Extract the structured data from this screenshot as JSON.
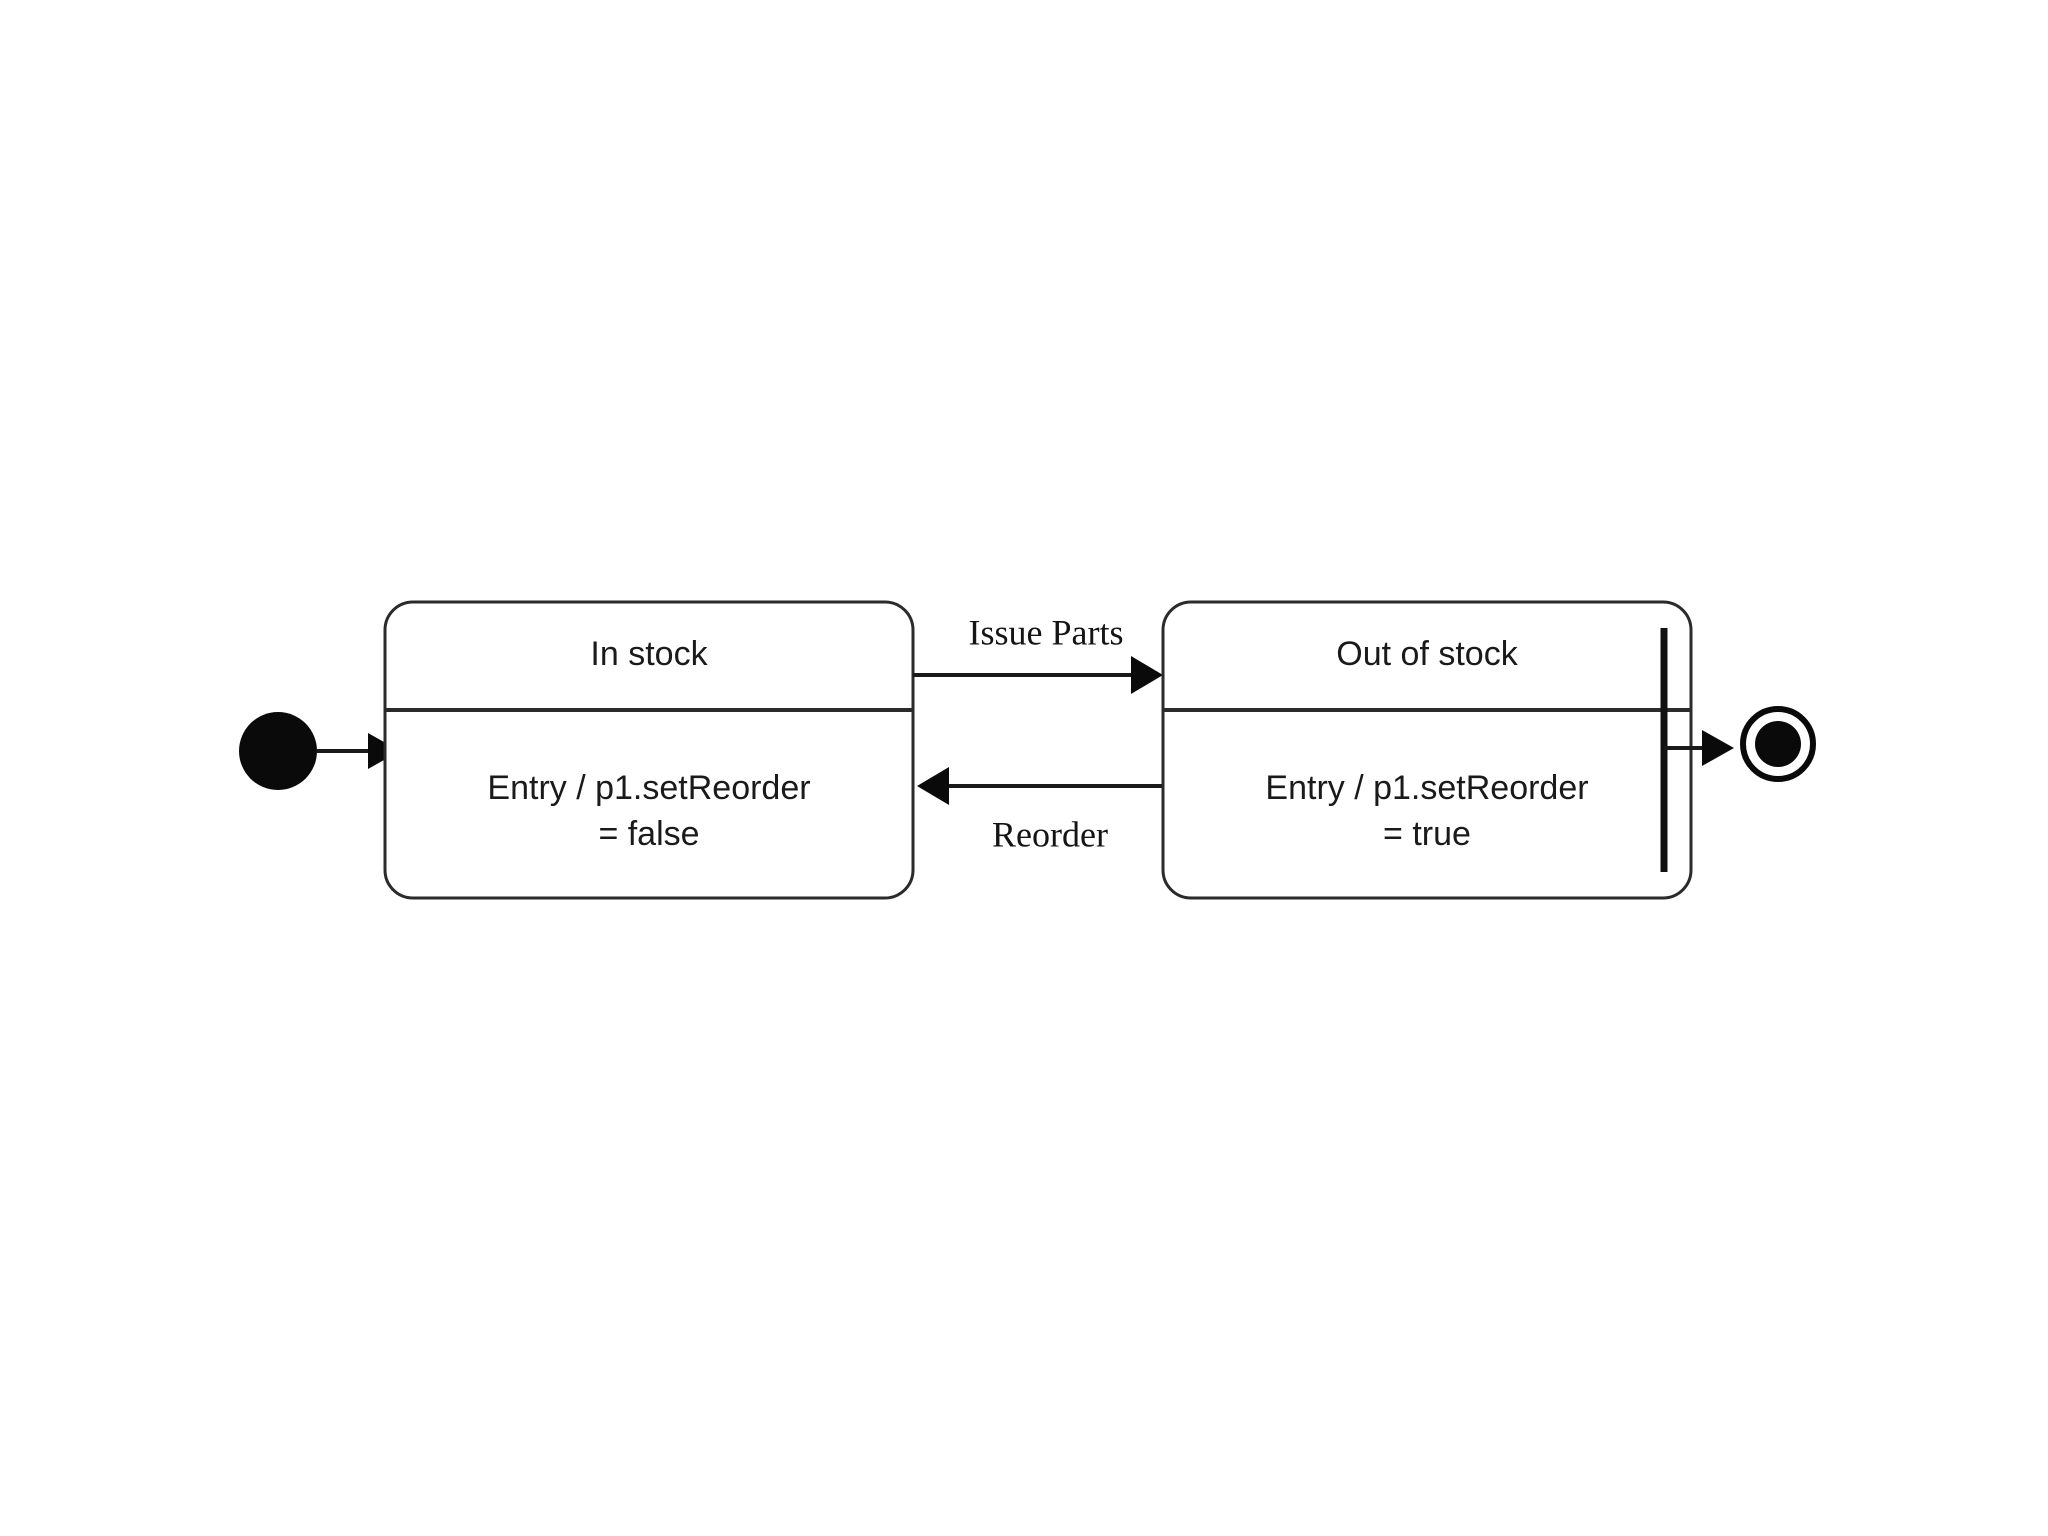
{
  "diagram": {
    "kind": "uml-state-machine-diagram",
    "background_color": "#ffffff",
    "line_color": "#1a1a1a",
    "text_color": "#1a1a1a",
    "nodes": {
      "initial_state": {
        "name": "initial-state",
        "shape": "filled-circle",
        "label": ""
      },
      "final_state": {
        "name": "final-state",
        "shape": "bullseye-circle",
        "label": ""
      },
      "in_stock": {
        "title": "In stock",
        "body_line_1": "Entry / p1.setReorder",
        "body_line_2": "= false"
      },
      "out_of_stock": {
        "title": "Out of stock",
        "body_line_1": "Entry / p1.setReorder",
        "body_line_2": "= true"
      }
    },
    "transitions": {
      "issue_parts": {
        "label": "Issue Parts",
        "from": "In stock",
        "to": "Out of stock",
        "direction": "right"
      },
      "reorder": {
        "label": "Reorder",
        "from": "Out of stock",
        "to": "In stock",
        "direction": "left"
      },
      "start": {
        "label": "",
        "from": "initial-state",
        "to": "In stock",
        "direction": "right"
      },
      "end": {
        "label": "",
        "from": "Out of stock",
        "to": "final-state",
        "direction": "right"
      }
    }
  }
}
